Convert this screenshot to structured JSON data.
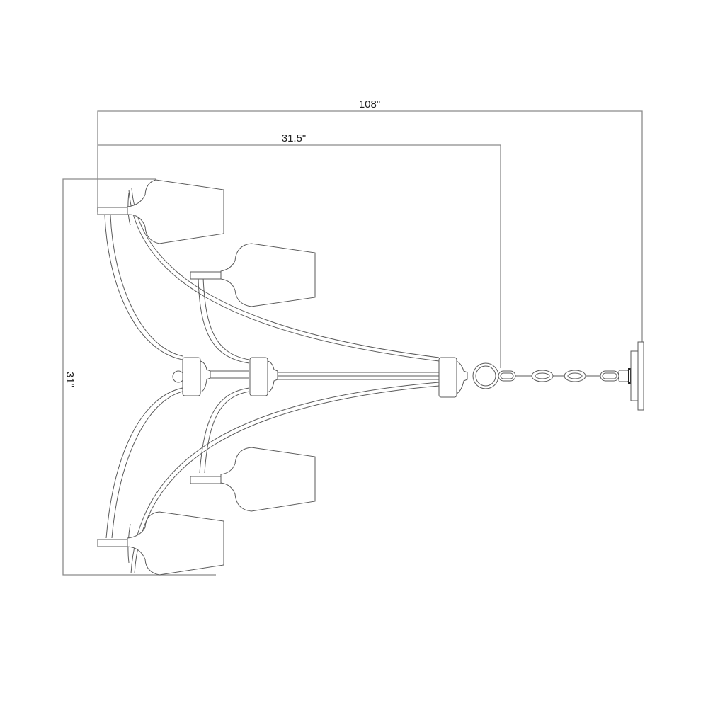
{
  "diagram": {
    "subject": "five-light chandelier side elevation with dimensions",
    "colors": {
      "background": "#ffffff",
      "line": "#5a5a5a",
      "dimension_line": "#8a8a8a",
      "text": "#222222"
    },
    "dimensions": {
      "overall_length": {
        "label": "108\"",
        "description": "overall length including chain to canopy"
      },
      "fixture_width": {
        "label": "31.5\"",
        "description": "fixture body width"
      },
      "fixture_height": {
        "label": "31\"",
        "description": "fixture height"
      }
    },
    "components": {
      "shades": 4,
      "shade_labels": [
        "upper-outer-shade",
        "upper-inner-shade",
        "lower-inner-shade",
        "lower-outer-shade"
      ],
      "chain_links": 4,
      "canopy": "ceiling canopy plate"
    }
  }
}
